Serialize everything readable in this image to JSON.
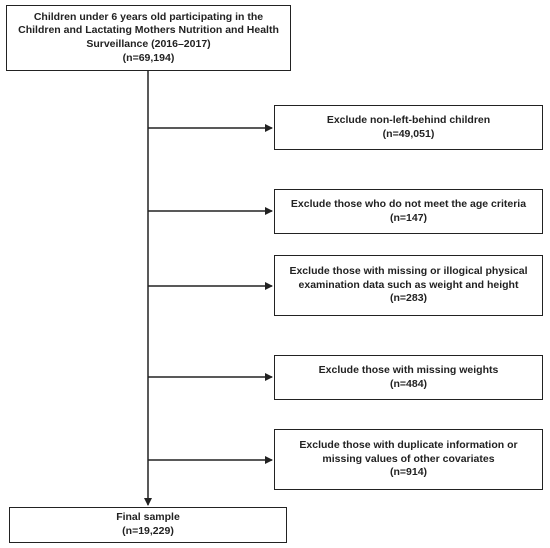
{
  "start": {
    "lines": [
      "Children under 6 years old participating in the",
      "Children and Lactating Mothers Nutrition and Health",
      "Surveillance (2016–2017)",
      "(n=69,194)"
    ]
  },
  "exclusions": [
    {
      "lines": [
        "Exclude non-left-behind children",
        "(n=49,051)"
      ]
    },
    {
      "lines": [
        "Exclude those who do not meet the age criteria",
        "(n=147)"
      ]
    },
    {
      "lines": [
        "Exclude those with missing or illogical physical",
        "examination data such as weight and height",
        "(n=283)"
      ]
    },
    {
      "lines": [
        "Exclude those with missing weights",
        "(n=484)"
      ]
    },
    {
      "lines": [
        "Exclude those with duplicate information or",
        "missing values of other covariates",
        "(n=914)"
      ]
    }
  ],
  "final": {
    "lines": [
      "Final sample",
      "(n=19,229)"
    ]
  }
}
